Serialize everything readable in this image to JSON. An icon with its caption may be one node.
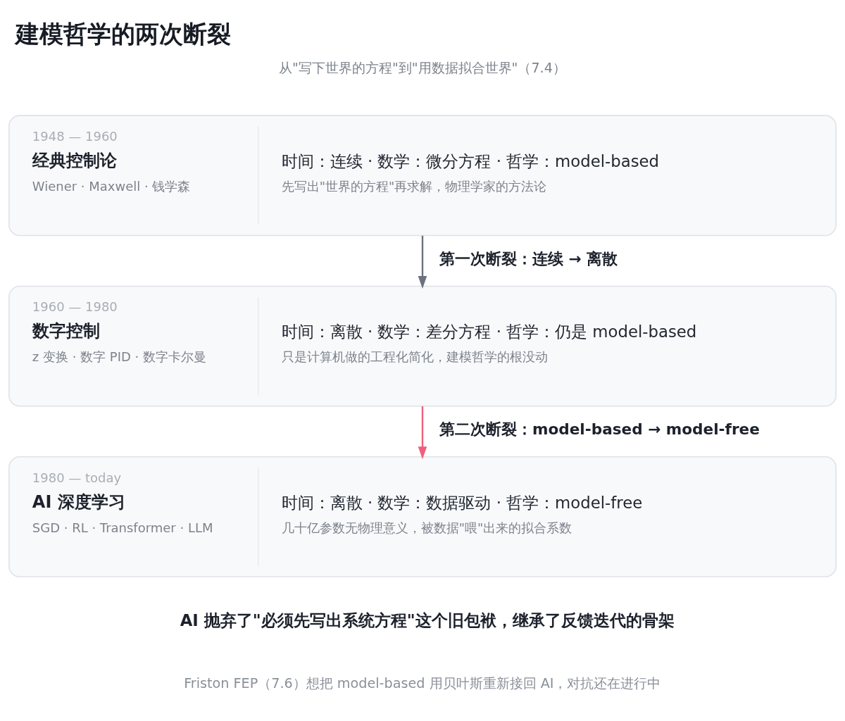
{
  "diagram": {
    "title": "建模哲学的两次断裂",
    "nodes": [
      {
        "text": [
          "1948 — 1960",
          "经典控制论",
          "Wiener · Maxwell · 钱学森",
          "时间：连续 · 数学：微分方程 · 哲学：model-based",
          "先写出\"世界的方程\"再求解，物理学家的方法论"
        ]
      },
      {
        "text": [
          "1960 — 1980",
          "数字控制",
          "z 变换 · 数字 PID · 数字卡尔曼",
          "时间：离散 · 数学：差分方程 · 哲学：仍是 model-based",
          "只是计算机做的工程化简化，建模哲学的根没动"
        ]
      },
      {
        "text": [
          "1980 — today",
          "AI 深度学习",
          "SGD · RL · Transformer · LLM",
          "时间：离散 · 数学：数据驱动 · 哲学：model-free",
          "几十亿参数无物理意义，被数据\"喂\"出来的拟合系数"
        ]
      }
    ],
    "edges": [
      {
        "from": 0,
        "to": 1,
        "arrow": "to",
        "label": "第一次断裂：连续 → 离散",
        "color": "#6b7280"
      },
      {
        "from": 1,
        "to": 2,
        "arrow": "to",
        "label": "第二次断裂：model-based → model-free",
        "color": "#f0607e"
      }
    ],
    "labels": [
      "从\"写下世界的方程\"到\"用数据拟合世界\"（7.4）",
      "AI 抛弃了\"必须先写出系统方程\"这个旧包袱，继承了反馈迭代的骨架",
      "Friston FEP（7.6）想把 model-based 用贝叶斯重新接回 AI，对抗还在进行中"
    ]
  }
}
